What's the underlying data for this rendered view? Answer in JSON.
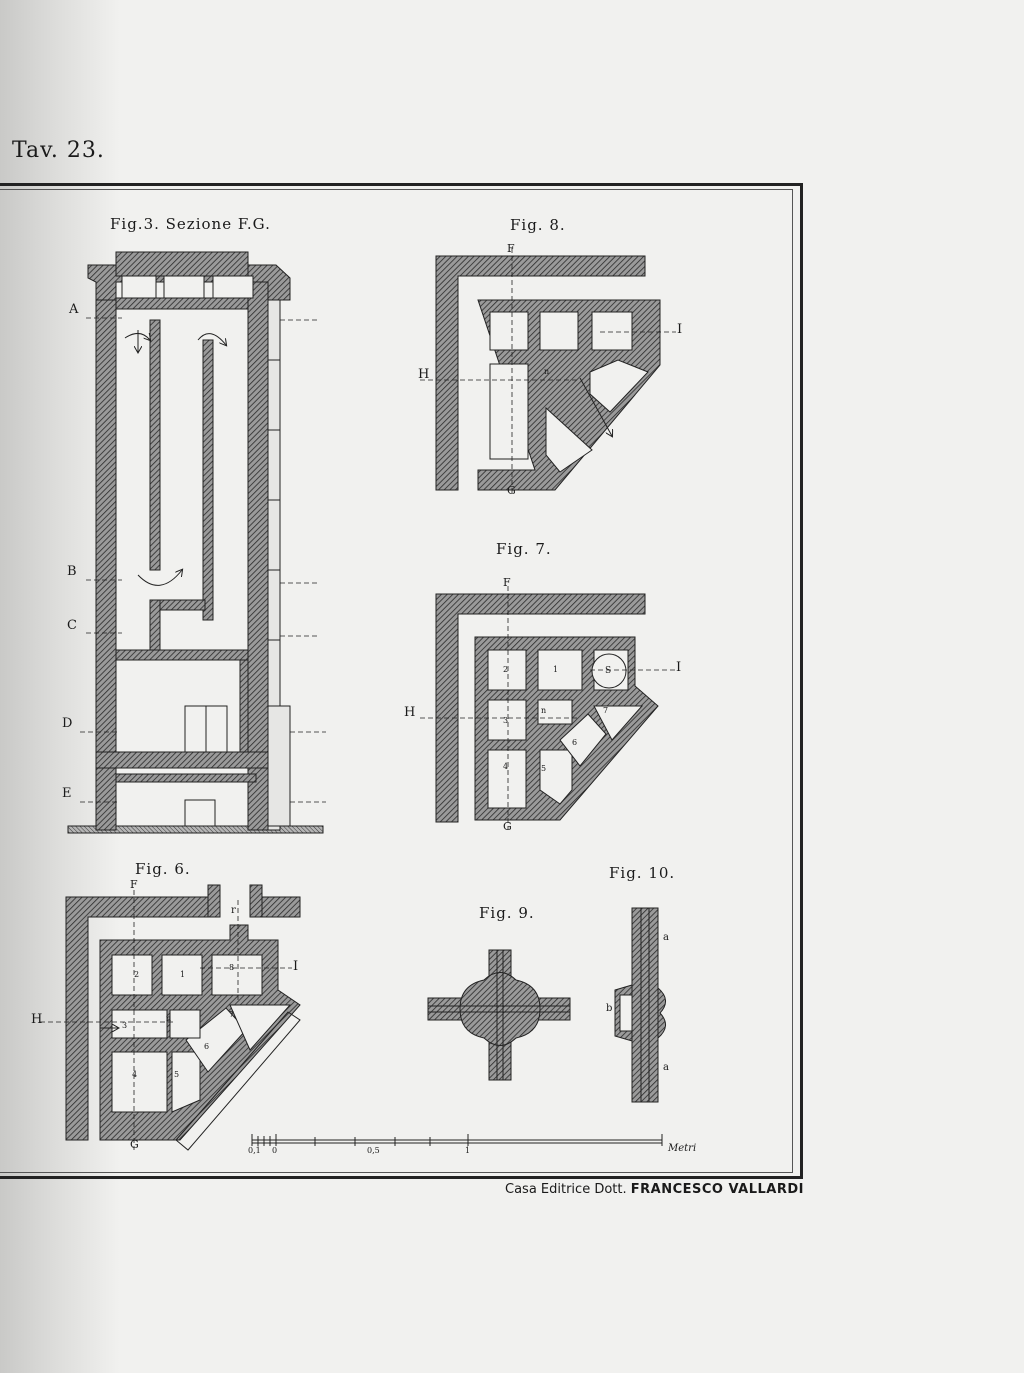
{
  "plate": {
    "title": "Tav. 23."
  },
  "figures": {
    "fig3": {
      "caption": "Fig.3. Sezione F.G.",
      "labels": [
        "A",
        "B",
        "C",
        "D",
        "E"
      ]
    },
    "fig8": {
      "caption": "Fig. 8.",
      "labels": {
        "f": "F",
        "g": "G",
        "h": "H",
        "i": "I",
        "n": "n"
      }
    },
    "fig7": {
      "caption": "Fig. 7.",
      "labels": {
        "f": "F",
        "g": "G",
        "h": "H",
        "i": "I",
        "s": "S",
        "n": "n"
      },
      "rooms": [
        "1",
        "2",
        "3",
        "4",
        "5",
        "6",
        "7"
      ]
    },
    "fig6": {
      "caption": "Fig. 6.",
      "labels": {
        "f": "F",
        "g": "G",
        "h": "H",
        "i": "I",
        "r": "r",
        "n": "n"
      },
      "rooms": [
        "1",
        "2",
        "3",
        "4",
        "5",
        "6",
        "7",
        "8"
      ]
    },
    "fig9": {
      "caption": "Fig. 9."
    },
    "fig10": {
      "caption": "Fig. 10.",
      "labels": {
        "a1": "a",
        "b": "b",
        "a2": "a"
      }
    }
  },
  "scale": {
    "ticks": [
      "0,1",
      "0",
      "0,5",
      "1"
    ],
    "unit": "Metri"
  },
  "publisher": {
    "prefix": "Casa Editrice Dott.",
    "name": "FRANCESCO VALLARDI"
  }
}
